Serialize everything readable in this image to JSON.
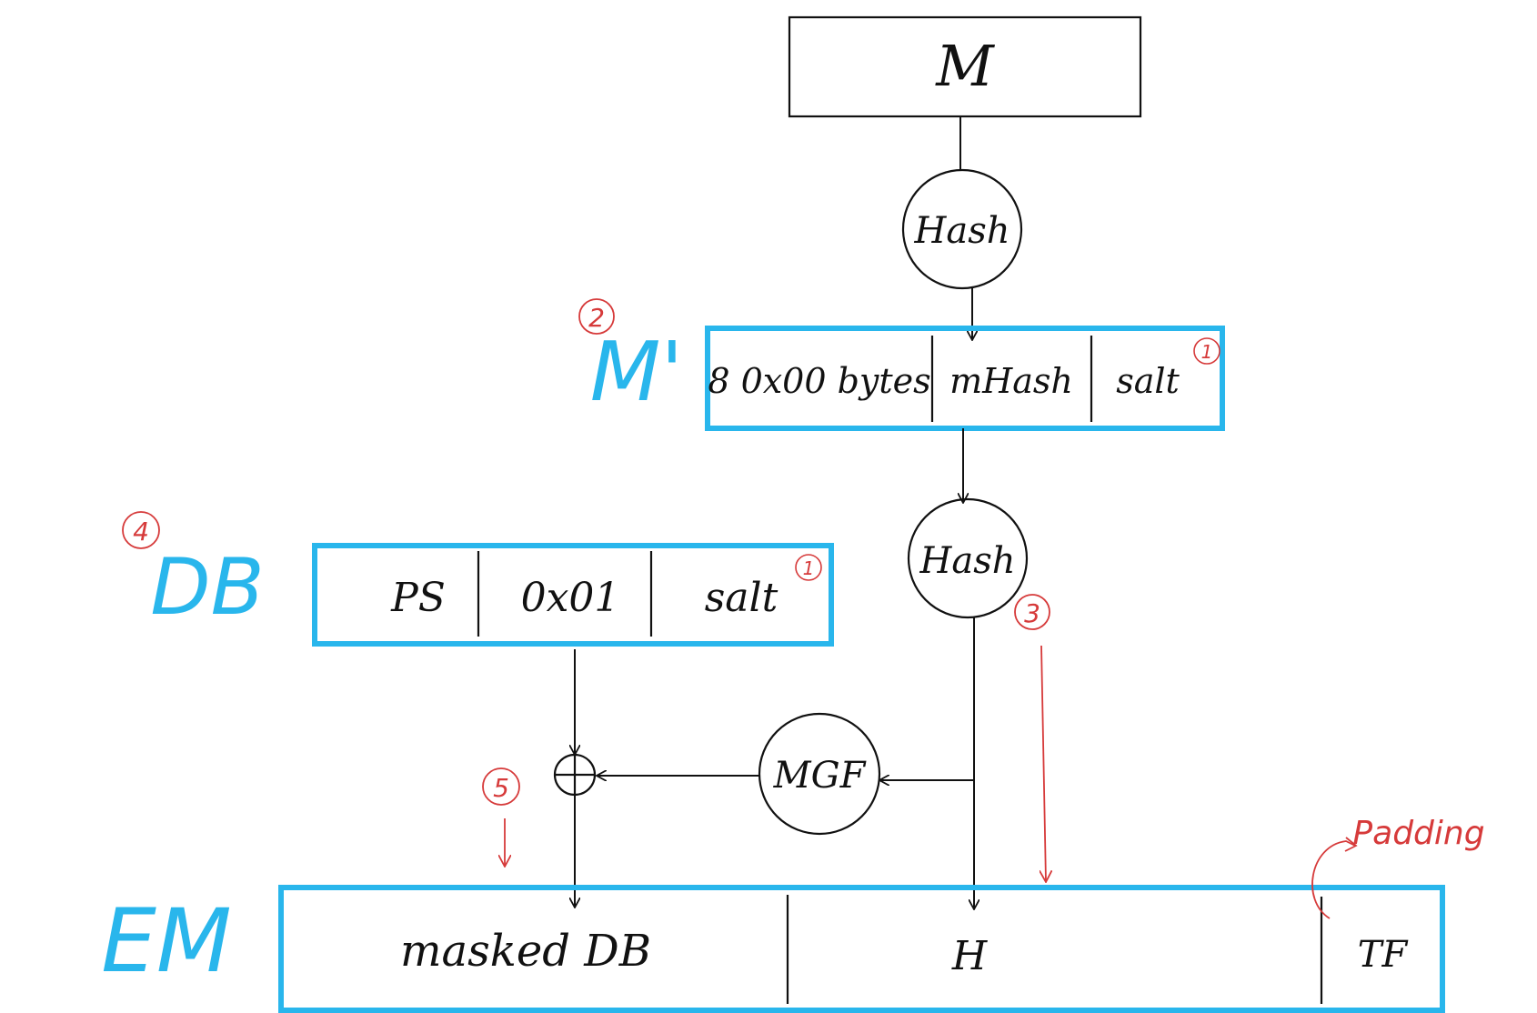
{
  "colors": {
    "blue": "#29b6ec",
    "red": "#d63a3a",
    "ink": "#111111"
  },
  "message": {
    "label": "M"
  },
  "hash1": {
    "label": "Hash"
  },
  "m_prime": {
    "label": "M'",
    "cells": [
      "8  0x00 bytes",
      "mHash",
      "salt"
    ]
  },
  "hash2": {
    "label": "Hash"
  },
  "db": {
    "label": "DB",
    "cells": [
      "PS",
      "0x01",
      "salt"
    ]
  },
  "mgf": {
    "label": "MGF"
  },
  "em": {
    "label": "EM",
    "cells": [
      "masked  DB",
      "H",
      "TF"
    ]
  },
  "annotations": {
    "step1_a": "1",
    "step1_b": "1",
    "step2": "2",
    "step3": "3",
    "step4": "4",
    "step5": "5",
    "padding": "Padding"
  }
}
